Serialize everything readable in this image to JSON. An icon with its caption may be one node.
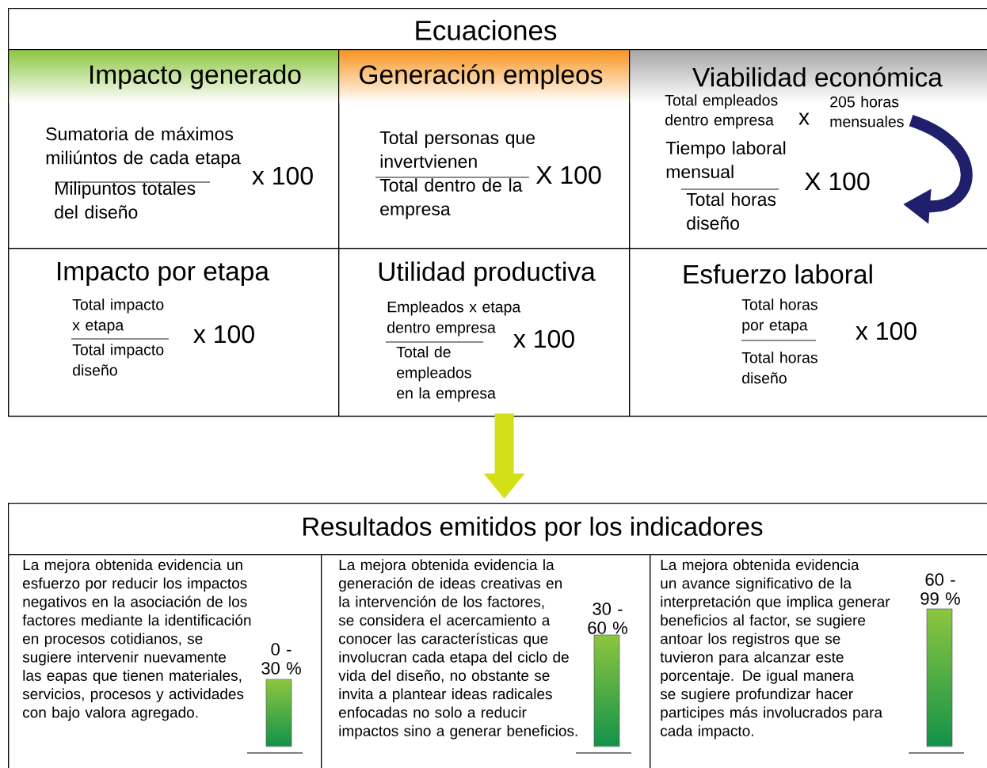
{
  "diagram": {
    "nodes": [
      {
        "text": [
          "Ecuaciones"
        ]
      },
      {
        "text": [
          "Impacto generado",
          "Sumatoria de máximos miliúntos de cada etapa",
          "Milipuntos totales del diseño",
          "x 100"
        ],
        "in": 0
      },
      {
        "text": [
          "Generación empleos",
          "Total personas que invertvienen",
          "Total dentro de la empresa",
          "X 100"
        ],
        "in": 0
      },
      {
        "text": [
          "Viabilidad económica",
          "Total empleados dentro empresa",
          "x",
          "205 horas mensuales",
          "Tiempo laboral mensual",
          "X 100",
          "Total horas diseño"
        ],
        "in": 0
      },
      {
        "text": [
          "Impacto por etapa",
          "Total impacto x etapa",
          "Total impacto diseño",
          "x 100"
        ],
        "in": 0
      },
      {
        "text": [
          "Utilidad productiva",
          "Empleados x etapa dentro empresa",
          "Total de empleados en la empresa",
          "x 100"
        ],
        "in": 0
      },
      {
        "text": [
          "Esfuerzo laboral",
          "Total horas por etapa",
          "Total horas diseño",
          "x 100"
        ],
        "in": 0
      },
      {
        "text": [
          "Resultados emitidos por los indicadores"
        ]
      },
      {
        "text": [
          "La mejora obtenida evidencia un esfuerzo por reducir los impactos negativos en la asociación de los factores mediante la identificación en procesos cotidianos, se sugiere intervenir nuevamente las eapas que tienen materiales, servicios, procesos y actividades con bajo valora agregado.",
          "0 - 30 %"
        ],
        "in": 7
      },
      {
        "text": [
          "La mejora obtenida evidencia la generación de ideas creativas en la intervención de los factores, se considera el acercamiento a conocer las características que involucran cada etapa del ciclo de vida del diseño, no obstante se invita a plantear ideas radicales enfocadas no solo a reducir impactos sino a generar beneficios.",
          "30 - 60 %"
        ],
        "in": 7
      },
      {
        "text": [
          "La mejora obtenida evidencia un avance significativo de la interpretación que implica generar beneficios al factor, se sugiere antoar los registros que se tuvieron para alcanzar este porcentaje. De igual manera se sugiere profundizar hacer participes más involucrados para cada impacto.",
          "60 - 99 %"
        ],
        "in": 7
      }
    ],
    "edges": [
      {
        "from": 0,
        "to": 7,
        "arrow": "to"
      }
    ]
  }
}
